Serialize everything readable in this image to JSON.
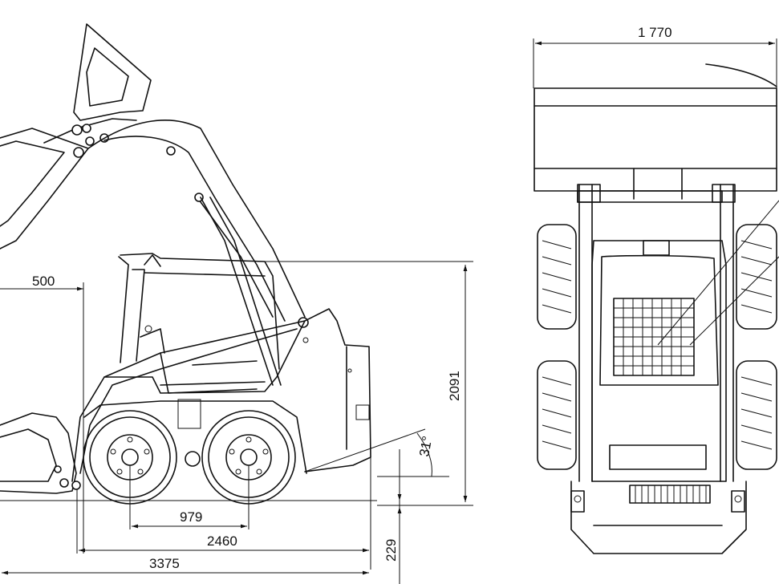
{
  "dimensions": {
    "side": {
      "bucket_reach": "500",
      "height_to_roof": "2091",
      "departure_angle": "31°",
      "wheelbase": "979",
      "wheel_span": "2460",
      "overall_length": "3375",
      "ground_clearance": "229"
    },
    "front": {
      "overall_width": "1 770"
    }
  }
}
